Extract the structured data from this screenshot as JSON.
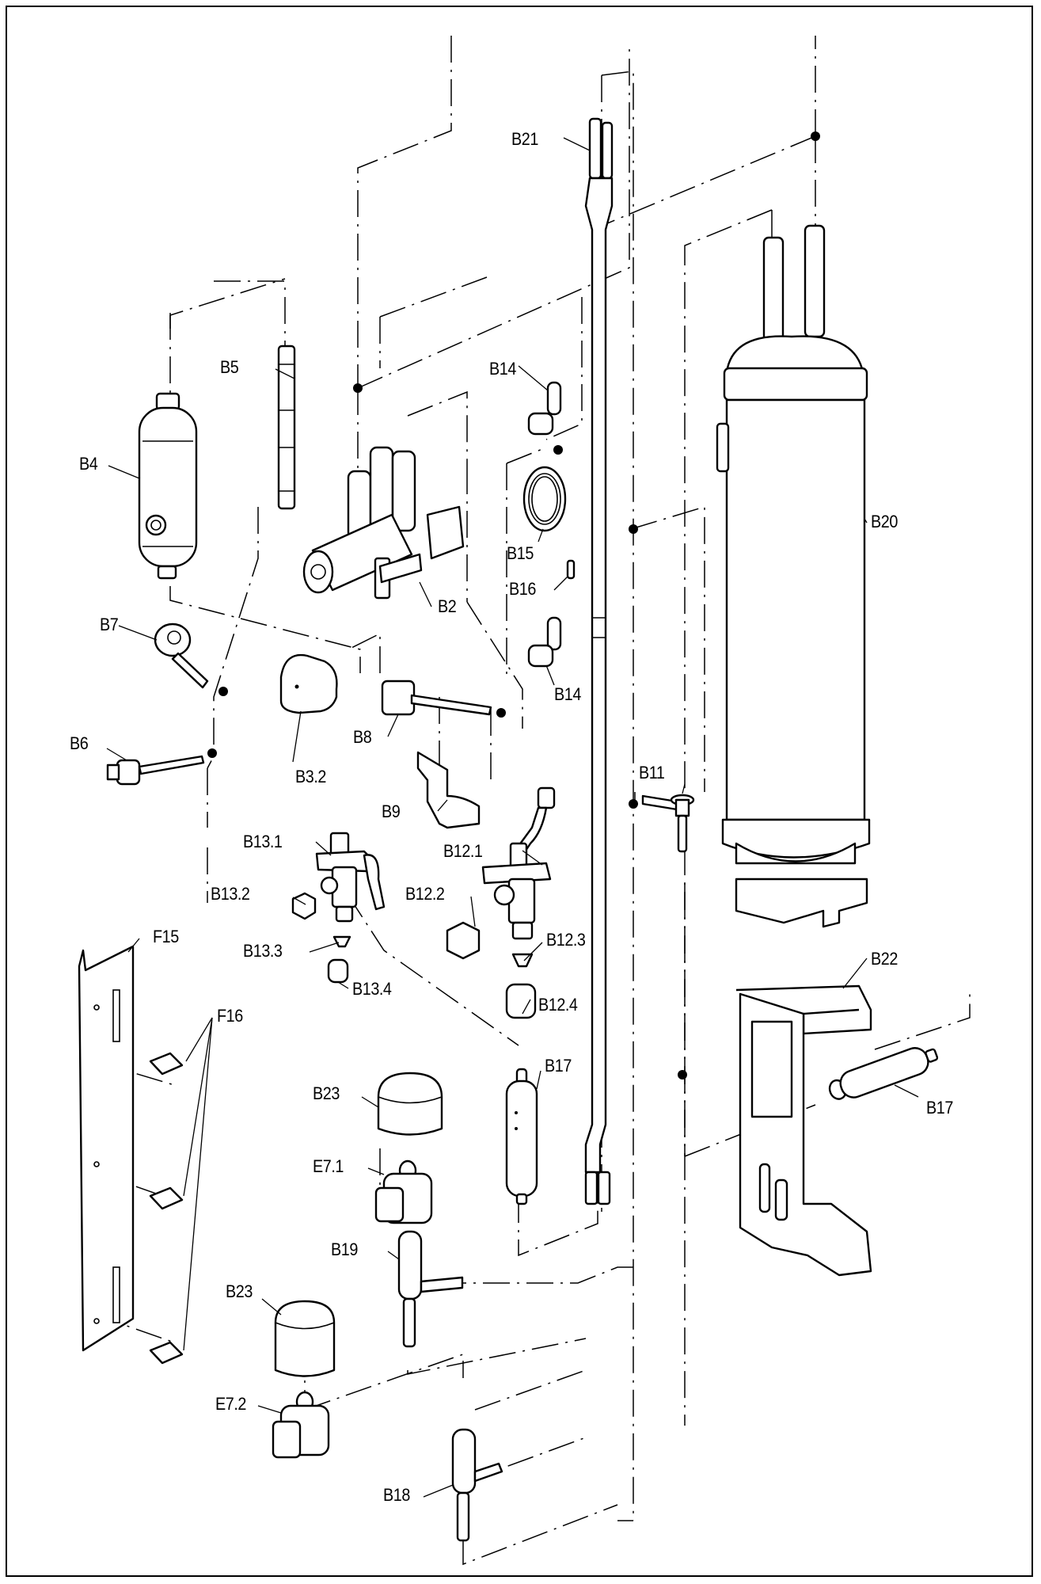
{
  "diagram": {
    "type": "exploded-parts-diagram",
    "subject": "Refrigerant circuit components (outdoor unit)",
    "labels": {
      "B2": "B2",
      "B3_2": "B3.2",
      "B4": "B4",
      "B5": "B5",
      "B6": "B6",
      "B7": "B7",
      "B8": "B8",
      "B9": "B9",
      "B11": "B11",
      "B12_1": "B12.1",
      "B12_2": "B12.2",
      "B12_3": "B12.3",
      "B12_4": "B12.4",
      "B13_1": "B13.1",
      "B13_2": "B13.2",
      "B13_3": "B13.3",
      "B13_4": "B13.4",
      "B14_top": "B14",
      "B14_bottom": "B14",
      "B15": "B15",
      "B16": "B16",
      "B17_left": "B17",
      "B17_right": "B17",
      "B18": "B18",
      "B19": "B19",
      "B20": "B20",
      "B21": "B21",
      "B22": "B22",
      "B23_top": "B23",
      "B23_bottom": "B23",
      "E7_1": "E7.1",
      "E7_2": "E7.2",
      "F15": "F15",
      "F16": "F16"
    }
  }
}
